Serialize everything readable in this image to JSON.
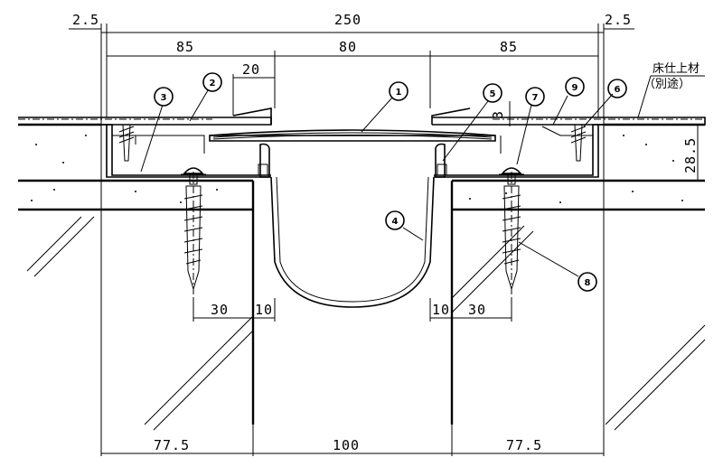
{
  "dimensions": {
    "top_left_edge": "2.5",
    "top_total": "250",
    "top_right_edge": "2.5",
    "left_section": "85",
    "center_section": "80",
    "right_section": "85",
    "offset_20": "20",
    "gap_3": "3",
    "height_right": "28.5",
    "anchor_left_30": "30",
    "anchor_left_10": "10",
    "anchor_right_10": "10",
    "anchor_right_30": "30",
    "bottom_left": "77.5",
    "bottom_center": "100",
    "bottom_right": "77.5"
  },
  "labels": {
    "floor_finish": "床仕上材",
    "separate": "（別途）"
  },
  "callouts": [
    "1",
    "2",
    "3",
    "4",
    "5",
    "6",
    "7",
    "8",
    "9"
  ]
}
